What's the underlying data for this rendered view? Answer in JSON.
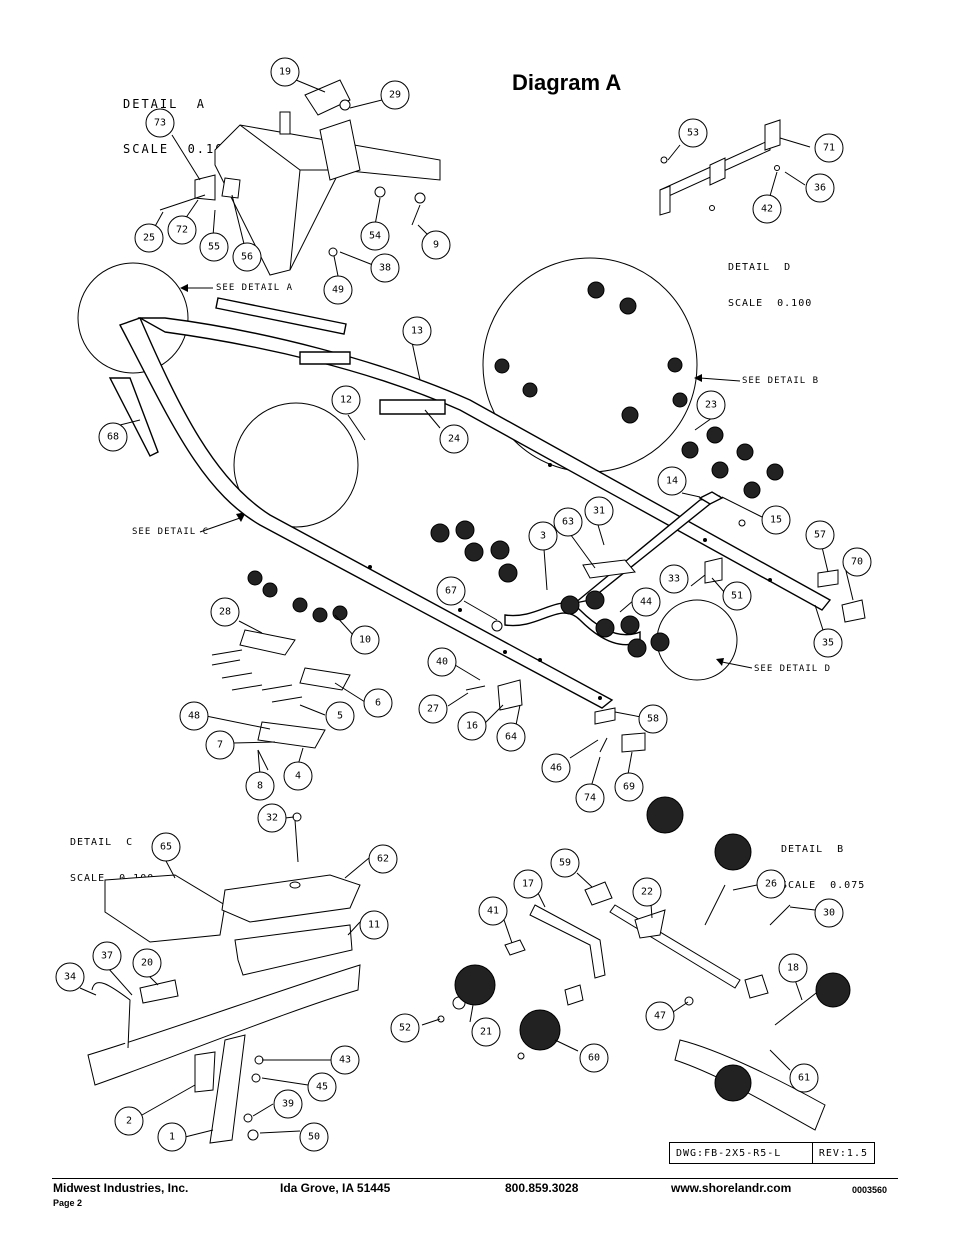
{
  "diagram": {
    "title": "Diagram A",
    "details": {
      "a": {
        "line1": "DETAIL  A",
        "line2": "SCALE  0.100"
      },
      "b": {
        "line1": "DETAIL  B",
        "line2": "SCALE  0.075"
      },
      "c": {
        "line1": "DETAIL  C",
        "line2": "SCALE  0.100"
      },
      "d": {
        "line1": "DETAIL  D",
        "line2": "SCALE  0.100"
      }
    },
    "see_labels": {
      "a": "SEE DETAIL  A",
      "b": "SEE DETAIL  B",
      "c": "SEE DETAIL  C",
      "d": "SEE DETAIL  D"
    },
    "callouts": [
      {
        "n": "19"
      },
      {
        "n": "29"
      },
      {
        "n": "73"
      },
      {
        "n": "25"
      },
      {
        "n": "72"
      },
      {
        "n": "55"
      },
      {
        "n": "56"
      },
      {
        "n": "54"
      },
      {
        "n": "9"
      },
      {
        "n": "38"
      },
      {
        "n": "49"
      },
      {
        "n": "53"
      },
      {
        "n": "71"
      },
      {
        "n": "36"
      },
      {
        "n": "42"
      },
      {
        "n": "13"
      },
      {
        "n": "68"
      },
      {
        "n": "12"
      },
      {
        "n": "24"
      },
      {
        "n": "23"
      },
      {
        "n": "14"
      },
      {
        "n": "15"
      },
      {
        "n": "31"
      },
      {
        "n": "63"
      },
      {
        "n": "3"
      },
      {
        "n": "57"
      },
      {
        "n": "70"
      },
      {
        "n": "67"
      },
      {
        "n": "33"
      },
      {
        "n": "51"
      },
      {
        "n": "44"
      },
      {
        "n": "35"
      },
      {
        "n": "28"
      },
      {
        "n": "10"
      },
      {
        "n": "6"
      },
      {
        "n": "40"
      },
      {
        "n": "27"
      },
      {
        "n": "16"
      },
      {
        "n": "64"
      },
      {
        "n": "58"
      },
      {
        "n": "48"
      },
      {
        "n": "5"
      },
      {
        "n": "7"
      },
      {
        "n": "4"
      },
      {
        "n": "8"
      },
      {
        "n": "46"
      },
      {
        "n": "74"
      },
      {
        "n": "69"
      },
      {
        "n": "32"
      },
      {
        "n": "65"
      },
      {
        "n": "62"
      },
      {
        "n": "11"
      },
      {
        "n": "37"
      },
      {
        "n": "20"
      },
      {
        "n": "34"
      },
      {
        "n": "2"
      },
      {
        "n": "1"
      },
      {
        "n": "43"
      },
      {
        "n": "45"
      },
      {
        "n": "39"
      },
      {
        "n": "50"
      },
      {
        "n": "59"
      },
      {
        "n": "17"
      },
      {
        "n": "22"
      },
      {
        "n": "26"
      },
      {
        "n": "30"
      },
      {
        "n": "41"
      },
      {
        "n": "18"
      },
      {
        "n": "47"
      },
      {
        "n": "52"
      },
      {
        "n": "21"
      },
      {
        "n": "60"
      },
      {
        "n": "61"
      }
    ],
    "drawing_number": "DWG:FB-2X5-R5-L",
    "revision": "REV:1.5"
  },
  "footer": {
    "company": "Midwest Industries, Inc.",
    "location": "Ida Grove, IA  51445",
    "phone": "800.859.3028",
    "website": "www.shorelandr.com",
    "code": "0003560",
    "page": "Page 2"
  }
}
